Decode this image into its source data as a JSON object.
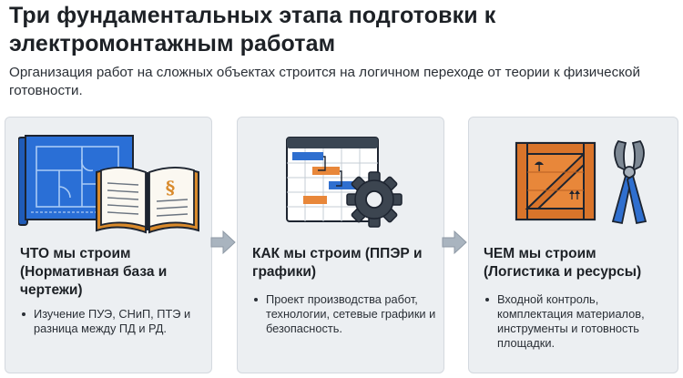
{
  "header": {
    "title": "Три фундаментальных этапа подготовки к электромонтажным работам",
    "subtitle": "Организация работ на сложных объектах строится на логичном переходе от теории к физической готовности."
  },
  "cards": [
    {
      "title": "ЧТО мы строим (Нормативная база и чертежи)",
      "bullets": [
        "Изучение ПУЭ, СНиП, ПТЭ и разница между ПД и РД."
      ],
      "icon": "blueprint-and-book-icon"
    },
    {
      "title": "КАК мы строим (ППЭР и графики)",
      "bullets": [
        "Проект производства работ, технологии, сетевые графики и безопасность."
      ],
      "icon": "gantt-chart-and-gear-icon"
    },
    {
      "title": "ЧЕМ мы строим (Логистика и ресурсы)",
      "bullets": [
        "Входной контроль, комплектация материалов, инструменты и готовность площадки."
      ],
      "icon": "crate-and-pliers-icon"
    }
  ],
  "book_symbol": "§",
  "colors": {
    "card_bg": "#eceff2",
    "blueprint": "#2a6fd6",
    "gear": "#3c4550",
    "crate": "#e8873a",
    "pliers": "#2f6fcf",
    "arrow": "#a9b4bf"
  }
}
